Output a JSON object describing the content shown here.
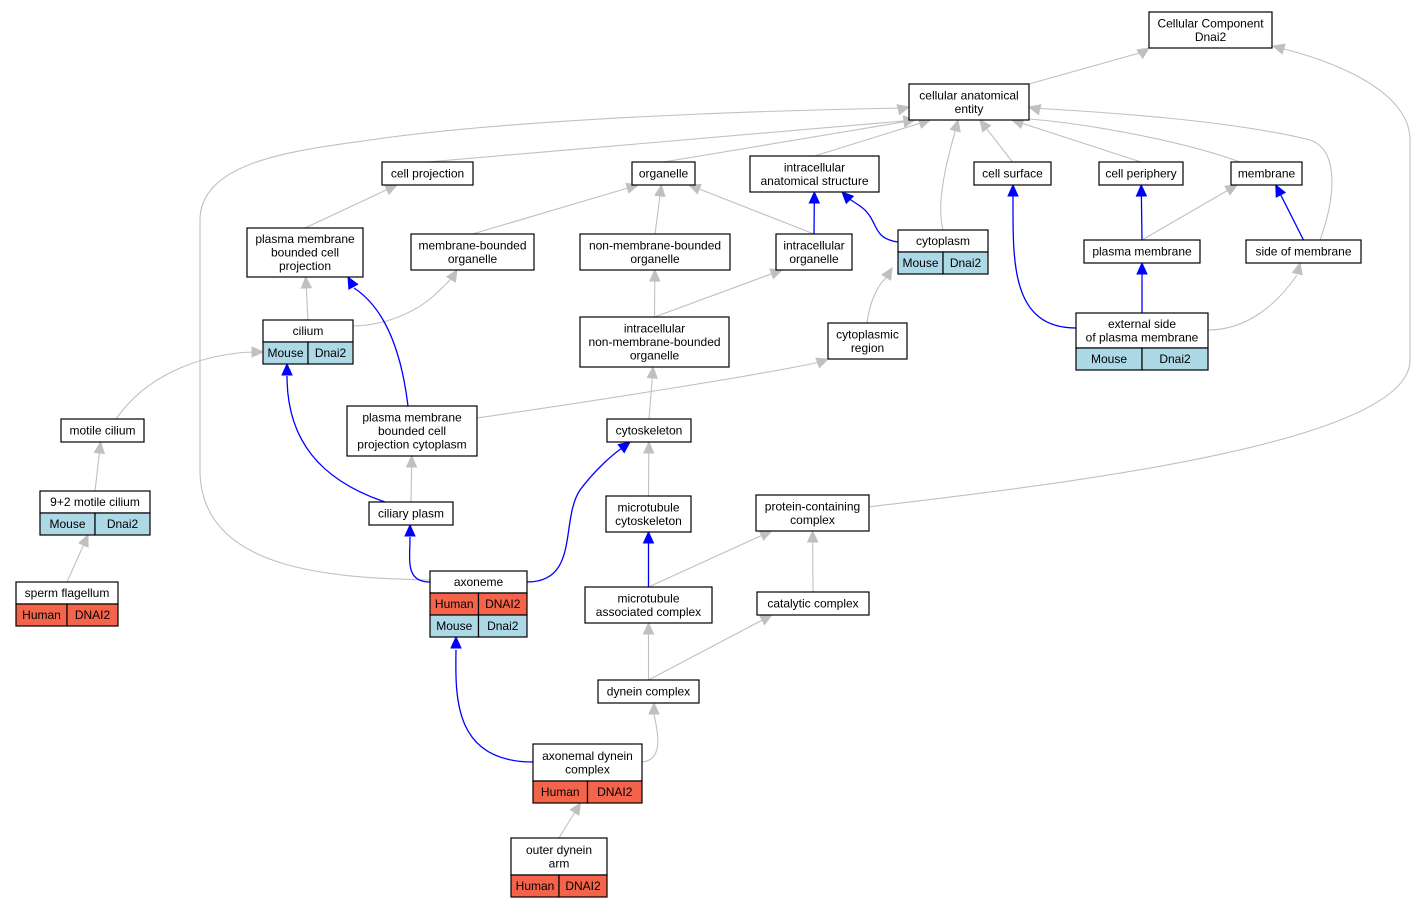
{
  "colors": {
    "gray_edge": "#c0c0c0",
    "blue_edge": "#0000ff",
    "mouse": "#add8e6",
    "human": "#f4644a"
  },
  "nodes": {
    "root": [
      "Cellular Component",
      "Dnai2"
    ],
    "cae": [
      "cellular anatomical",
      "entity"
    ],
    "cell_projection": [
      "cell projection"
    ],
    "organelle": [
      "organelle"
    ],
    "ias": [
      "intracellular",
      "anatomical structure"
    ],
    "cell_surface": [
      "cell surface"
    ],
    "cell_periphery": [
      "cell periphery"
    ],
    "membrane": [
      "membrane"
    ],
    "pmbcp": [
      "plasma membrane",
      "bounded cell",
      "projection"
    ],
    "mbo": [
      "membrane-bounded",
      "organelle"
    ],
    "nmbo": [
      "non-membrane-bounded",
      "organelle"
    ],
    "io": [
      "intracellular",
      "organelle"
    ],
    "cytoplasm": [
      "cytoplasm"
    ],
    "plasma_membrane": [
      "plasma membrane"
    ],
    "side_of_membrane": [
      "side of membrane"
    ],
    "cilium": [
      "cilium"
    ],
    "inmbo": [
      "intracellular",
      "non-membrane-bounded",
      "organelle"
    ],
    "cytoplasmic_region": [
      "cytoplasmic",
      "region"
    ],
    "external_side": [
      "external side",
      "of plasma membrane"
    ],
    "motile_cilium": [
      "motile cilium"
    ],
    "pmbcpc": [
      "plasma membrane",
      "bounded cell",
      "projection cytoplasm"
    ],
    "cytoskeleton": [
      "cytoskeleton"
    ],
    "nine_two": [
      "9+2 motile cilium"
    ],
    "ciliary_plasm": [
      "ciliary plasm"
    ],
    "mt_cytoskeleton": [
      "microtubule",
      "cytoskeleton"
    ],
    "pcc": [
      "protein-containing",
      "complex"
    ],
    "sperm_flagellum": [
      "sperm flagellum"
    ],
    "axoneme": [
      "axoneme"
    ],
    "mac": [
      "microtubule",
      "associated complex"
    ],
    "catalytic": [
      "catalytic complex"
    ],
    "dynein_complex": [
      "dynein complex"
    ],
    "adc": [
      "axonemal dynein",
      "complex"
    ],
    "oda": [
      "outer dynein",
      "arm"
    ]
  },
  "annotations": {
    "cytoplasm": [
      [
        "Mouse",
        "Dnai2"
      ]
    ],
    "cilium": [
      [
        "Mouse",
        "Dnai2"
      ]
    ],
    "external_side": [
      [
        "Mouse",
        "Dnai2"
      ]
    ],
    "nine_two": [
      [
        "Mouse",
        "Dnai2"
      ]
    ],
    "sperm_flagellum": [
      [
        "Human",
        "DNAI2"
      ]
    ],
    "axoneme": [
      [
        "Human",
        "DNAI2"
      ],
      [
        "Mouse",
        "Dnai2"
      ]
    ],
    "adc": [
      [
        "Human",
        "DNAI2"
      ]
    ],
    "oda": [
      [
        "Human",
        "DNAI2"
      ]
    ]
  },
  "edges": [
    {
      "from": "cae",
      "to": "root",
      "color": "gray"
    },
    {
      "from": "pcc",
      "to": "root",
      "color": "gray"
    },
    {
      "from": "cell_projection",
      "to": "cae",
      "color": "gray"
    },
    {
      "from": "organelle",
      "to": "cae",
      "color": "gray"
    },
    {
      "from": "ias",
      "to": "cae",
      "color": "gray"
    },
    {
      "from": "cell_surface",
      "to": "cae",
      "color": "gray"
    },
    {
      "from": "cell_periphery",
      "to": "cae",
      "color": "gray"
    },
    {
      "from": "membrane",
      "to": "cae",
      "color": "gray"
    },
    {
      "from": "cytoplasm",
      "to": "cae",
      "color": "gray"
    },
    {
      "from": "side_of_membrane",
      "to": "cae",
      "color": "gray"
    },
    {
      "from": "axoneme",
      "to": "cae",
      "color": "gray"
    },
    {
      "from": "pmbcp",
      "to": "cell_projection",
      "color": "gray"
    },
    {
      "from": "mbo",
      "to": "organelle",
      "color": "gray"
    },
    {
      "from": "nmbo",
      "to": "organelle",
      "color": "gray"
    },
    {
      "from": "io",
      "to": "organelle",
      "color": "gray"
    },
    {
      "from": "io",
      "to": "ias",
      "color": "blue"
    },
    {
      "from": "cytoplasm",
      "to": "ias",
      "color": "blue"
    },
    {
      "from": "external_side",
      "to": "cell_surface",
      "color": "blue"
    },
    {
      "from": "plasma_membrane",
      "to": "cell_periphery",
      "color": "blue"
    },
    {
      "from": "plasma_membrane",
      "to": "membrane",
      "color": "gray"
    },
    {
      "from": "side_of_membrane",
      "to": "membrane",
      "color": "blue"
    },
    {
      "from": "external_side",
      "to": "plasma_membrane",
      "color": "blue"
    },
    {
      "from": "external_side",
      "to": "side_of_membrane",
      "color": "gray"
    },
    {
      "from": "cilium",
      "to": "pmbcp",
      "color": "gray"
    },
    {
      "from": "cilium",
      "to": "mbo",
      "color": "gray"
    },
    {
      "from": "inmbo",
      "to": "nmbo",
      "color": "gray"
    },
    {
      "from": "inmbo",
      "to": "io",
      "color": "gray"
    },
    {
      "from": "cytoplasmic_region",
      "to": "cytoplasm",
      "color": "gray"
    },
    {
      "from": "motile_cilium",
      "to": "cilium",
      "color": "gray"
    },
    {
      "from": "ciliary_plasm",
      "to": "cilium",
      "color": "blue"
    },
    {
      "from": "pmbcpc",
      "to": "pmbcp",
      "color": "blue"
    },
    {
      "from": "pmbcpc",
      "to": "cytoplasmic_region",
      "color": "gray"
    },
    {
      "from": "cytoskeleton",
      "to": "inmbo",
      "color": "gray"
    },
    {
      "from": "nine_two",
      "to": "motile_cilium",
      "color": "gray"
    },
    {
      "from": "ciliary_plasm",
      "to": "pmbcpc",
      "color": "gray"
    },
    {
      "from": "sperm_flagellum",
      "to": "nine_two",
      "color": "gray"
    },
    {
      "from": "axoneme",
      "to": "ciliary_plasm",
      "color": "blue"
    },
    {
      "from": "axoneme",
      "to": "cytoskeleton",
      "color": "blue"
    },
    {
      "from": "mt_cytoskeleton",
      "to": "cytoskeleton",
      "color": "gray"
    },
    {
      "from": "mac",
      "to": "mt_cytoskeleton",
      "color": "blue"
    },
    {
      "from": "mac",
      "to": "pcc",
      "color": "gray"
    },
    {
      "from": "catalytic",
      "to": "pcc",
      "color": "gray"
    },
    {
      "from": "dynein_complex",
      "to": "mac",
      "color": "gray"
    },
    {
      "from": "dynein_complex",
      "to": "catalytic",
      "color": "gray"
    },
    {
      "from": "adc",
      "to": "dynein_complex",
      "color": "gray"
    },
    {
      "from": "adc",
      "to": "axoneme",
      "color": "blue"
    },
    {
      "from": "oda",
      "to": "adc",
      "color": "gray"
    }
  ]
}
